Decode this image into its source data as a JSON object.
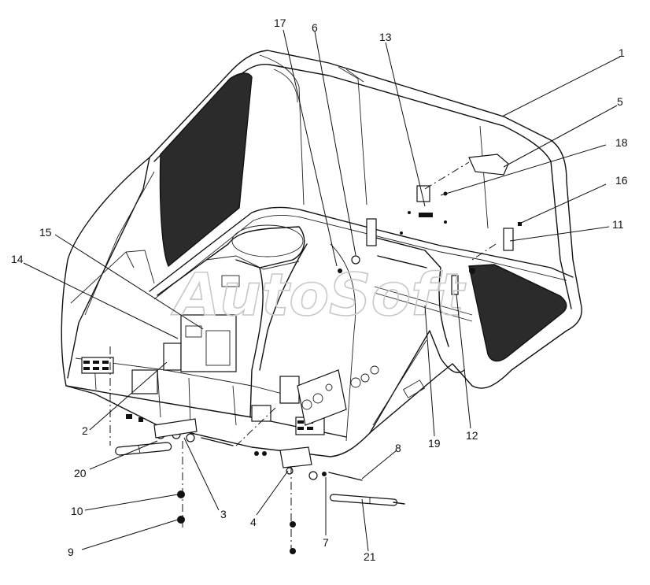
{
  "watermark": "AutoSoft",
  "callouts": [
    {
      "id": "c1",
      "label": "1"
    },
    {
      "id": "c5",
      "label": "5"
    },
    {
      "id": "c18",
      "label": "18"
    },
    {
      "id": "c16",
      "label": "16"
    },
    {
      "id": "c11",
      "label": "11"
    },
    {
      "id": "c17",
      "label": "17"
    },
    {
      "id": "c6",
      "label": "6"
    },
    {
      "id": "c13",
      "label": "13"
    },
    {
      "id": "c15",
      "label": "15"
    },
    {
      "id": "c14",
      "label": "14"
    },
    {
      "id": "c2",
      "label": "2"
    },
    {
      "id": "c20",
      "label": "20"
    },
    {
      "id": "c3",
      "label": "3"
    },
    {
      "id": "c10",
      "label": "10"
    },
    {
      "id": "c9",
      "label": "9"
    },
    {
      "id": "c4",
      "label": "4"
    },
    {
      "id": "c7",
      "label": "7"
    },
    {
      "id": "c8",
      "label": "8"
    },
    {
      "id": "c21",
      "label": "21"
    },
    {
      "id": "c19",
      "label": "19"
    },
    {
      "id": "c12",
      "label": "12"
    }
  ]
}
